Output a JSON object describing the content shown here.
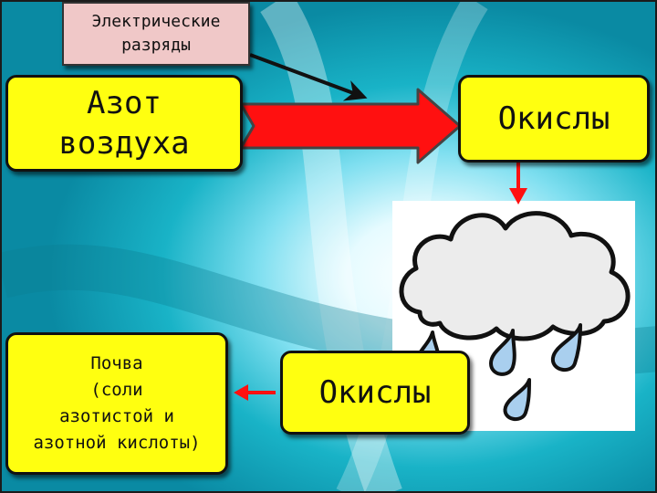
{
  "boxes": {
    "discharge": "Электрические\nразряды",
    "nitrogen": "Азот\nвоздуха",
    "oxides_top": "Окислы",
    "oxides_bottom": "Окислы",
    "soil": "Почва\n(соли\nазотистой и\nазотной кислоты)"
  },
  "icons": [
    "cloud-icon",
    "raindrop-icon",
    "arrow-icon"
  ],
  "colors": {
    "box_fill": "#ffff10",
    "discharge_fill": "#f0c8c8",
    "arrow_red": "#ff1010",
    "cloud_fill": "#ececec",
    "drop_fill": "#a9cfee",
    "background_teal": "#19b3c7"
  }
}
